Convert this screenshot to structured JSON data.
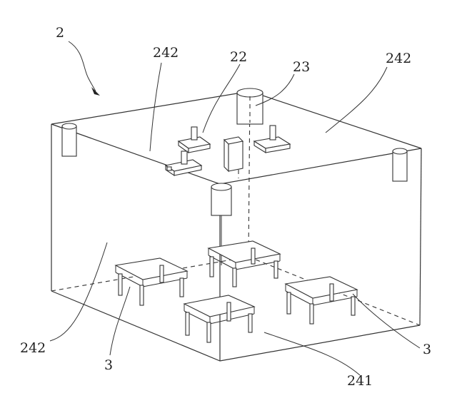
{
  "labels": {
    "assembly": "2",
    "top_left_panel": "242",
    "top_right_panel": "242",
    "component_22": "22",
    "component_23": "23",
    "left_panel": "242",
    "table_left": "3",
    "table_right": "3",
    "floor": "241"
  }
}
